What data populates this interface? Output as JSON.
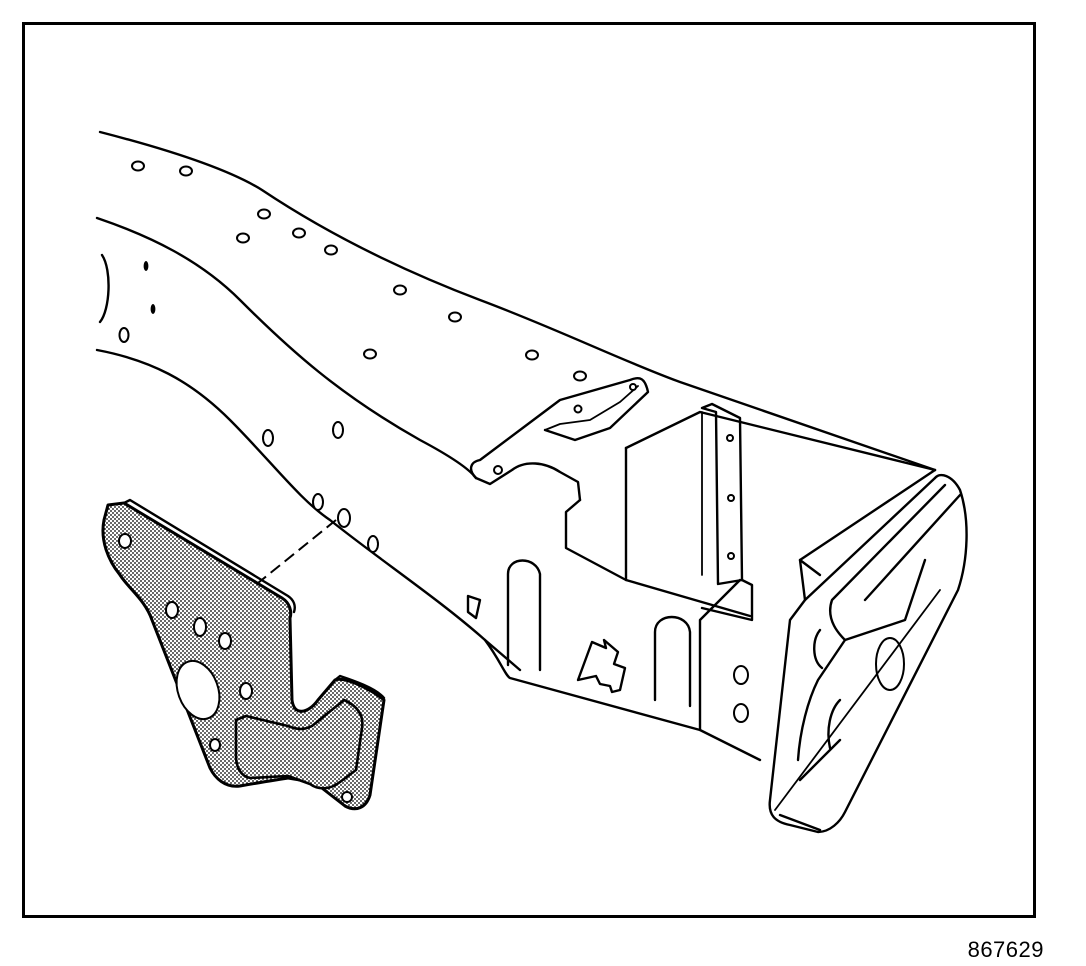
{
  "figure": {
    "figure_number": "867629",
    "colors": {
      "line": "#000000",
      "background": "#ffffff",
      "bracket_fill": "#9a9a9a"
    }
  },
  "parts": [
    {
      "name": "frame-rail"
    },
    {
      "name": "mounting-bracket"
    },
    {
      "name": "rear-crossmember-end"
    }
  ]
}
